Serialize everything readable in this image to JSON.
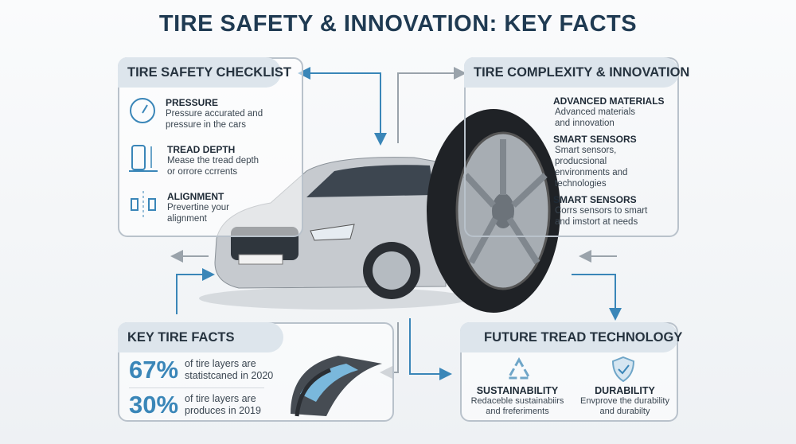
{
  "title": "TIRE SAFETY & INNOVATION: KEY FACTS",
  "checklist": {
    "header": "TIRE SAFETY CHECKLIST",
    "items": [
      {
        "icon": "gauge-icon",
        "title": "PRESSURE",
        "text1": "Pressure accurated and",
        "text2": "pressure in the cars"
      },
      {
        "icon": "tread-depth-icon",
        "title": "TREAD DEPTH",
        "text1": "Mease the tread depth",
        "text2": "or orrore ccrrents"
      },
      {
        "icon": "alignment-icon",
        "title": "ALIGNMENT",
        "text1": "Prevertine your",
        "text2": "alignment"
      }
    ]
  },
  "complexity": {
    "header": "TIRE COMPLEXITY & INNOVATION",
    "items": [
      {
        "title": "ADVANCED MATERIALS",
        "lines": [
          "Advanced materials",
          "and innovation"
        ]
      },
      {
        "title": "SMART SENSORS",
        "lines": [
          "Smart sensors,",
          "producsional",
          "environments and",
          "technologies"
        ]
      },
      {
        "title": "SMART SENSORS",
        "lines": [
          "Corrs sensors to smart",
          "and imstort at needs"
        ]
      }
    ]
  },
  "facts": {
    "header": "KEY TIRE FACTS",
    "items": [
      {
        "value": "67%",
        "text1": "of tire layers are",
        "text2": "statistcaned in 2020"
      },
      {
        "value": "30%",
        "text1": "of tire layers are",
        "text2": "produces in 2019"
      }
    ]
  },
  "future": {
    "header": "FUTURE TREAD TECHNOLOGY",
    "items": [
      {
        "icon": "recycle-icon",
        "title": "SUSTAINABILITY",
        "text1": "Redaceble sustainabiirs",
        "text2": "and freferiments"
      },
      {
        "icon": "shield-check-icon",
        "title": "DURABILITY",
        "text1": "Envprove the durability",
        "text2": "and durabilty"
      }
    ]
  },
  "colors": {
    "accent": "#3a86b8",
    "title": "#1f3a52",
    "arrow_gray": "#9aa3ab"
  }
}
